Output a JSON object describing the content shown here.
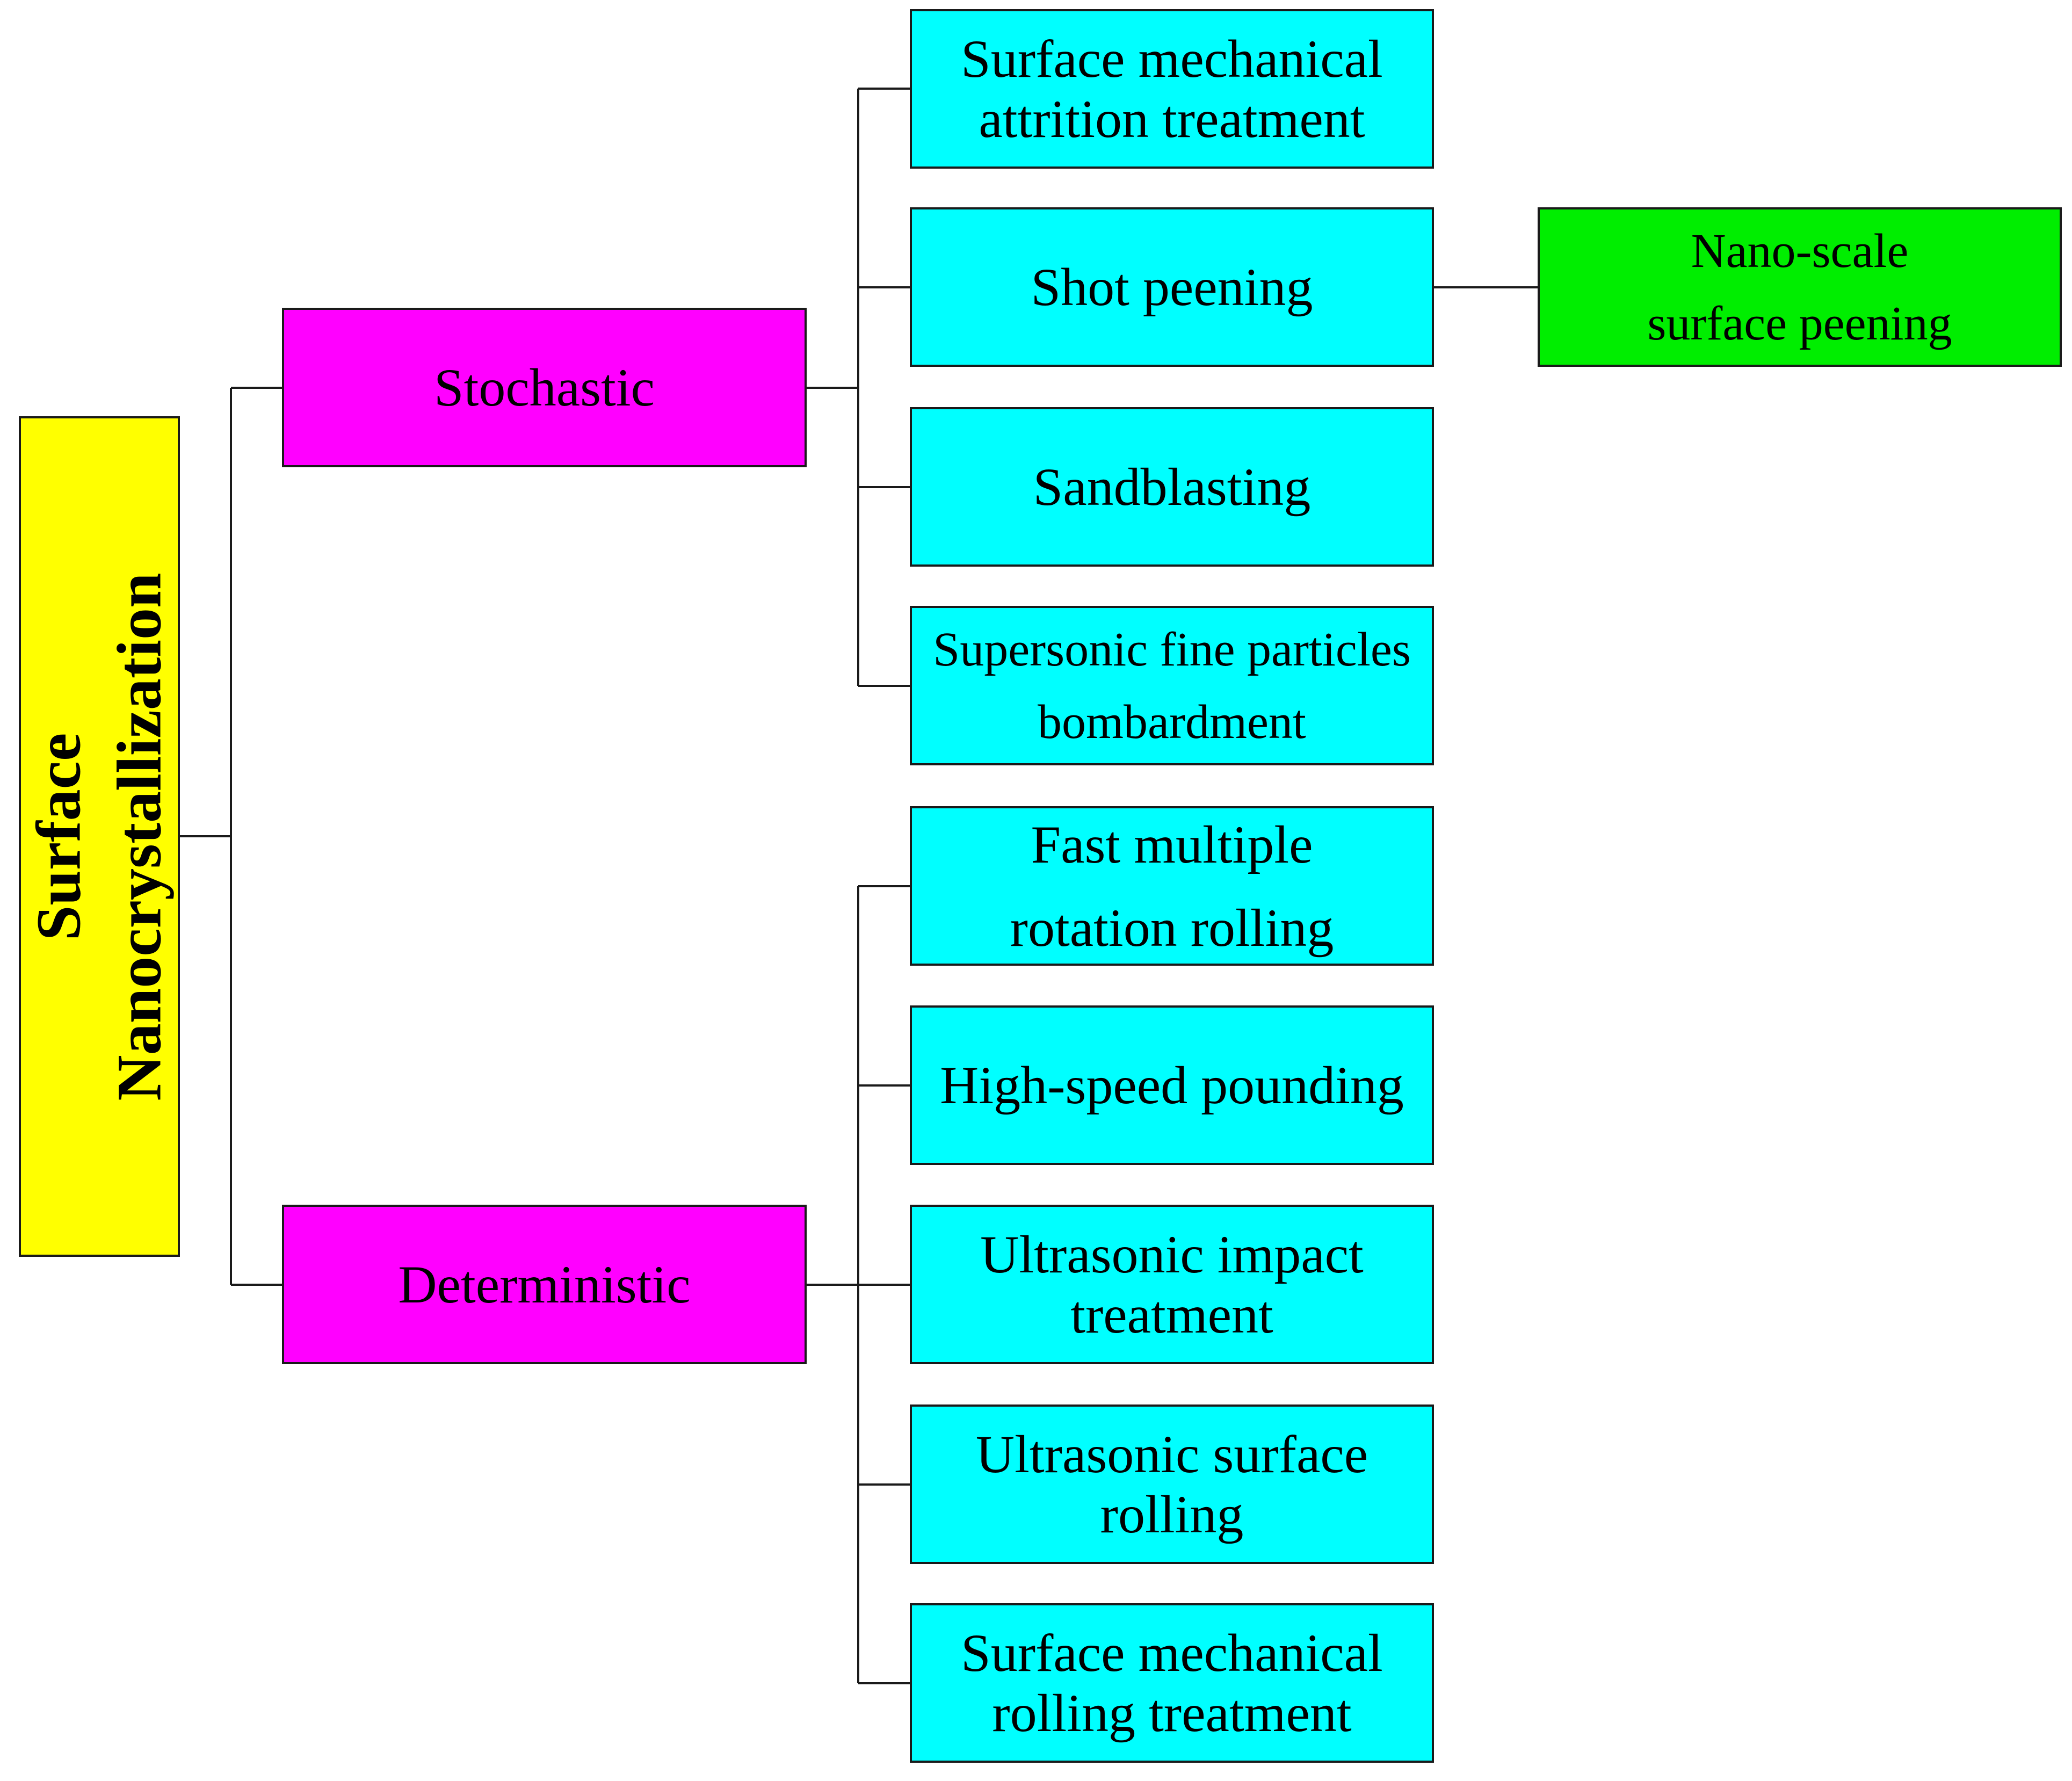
{
  "root": {
    "line1": "Surface",
    "line2": "Nanocrystallization",
    "color": "#ffff00"
  },
  "categories": [
    {
      "label": "Stochastic",
      "color": "#ff00ff"
    },
    {
      "label": "Deterministic",
      "color": "#ff00ff"
    }
  ],
  "stochastic_methods": [
    {
      "label": "Surface mechanical attrition treatment"
    },
    {
      "label": "Shot peening"
    },
    {
      "label": "Sandblasting"
    },
    {
      "label": "Supersonic fine particles bombardment"
    }
  ],
  "deterministic_methods": [
    {
      "label": "Fast multiple rotation rolling"
    },
    {
      "label": "High-speed pounding"
    },
    {
      "label": "Ultrasonic impact treatment"
    },
    {
      "label": "Ultrasonic surface rolling"
    },
    {
      "label": "Surface mechanical rolling treatment"
    }
  ],
  "shot_peening_child": {
    "label": "Nano-scale surface peening",
    "color": "#00ee00"
  },
  "method_color": "#00ffff"
}
